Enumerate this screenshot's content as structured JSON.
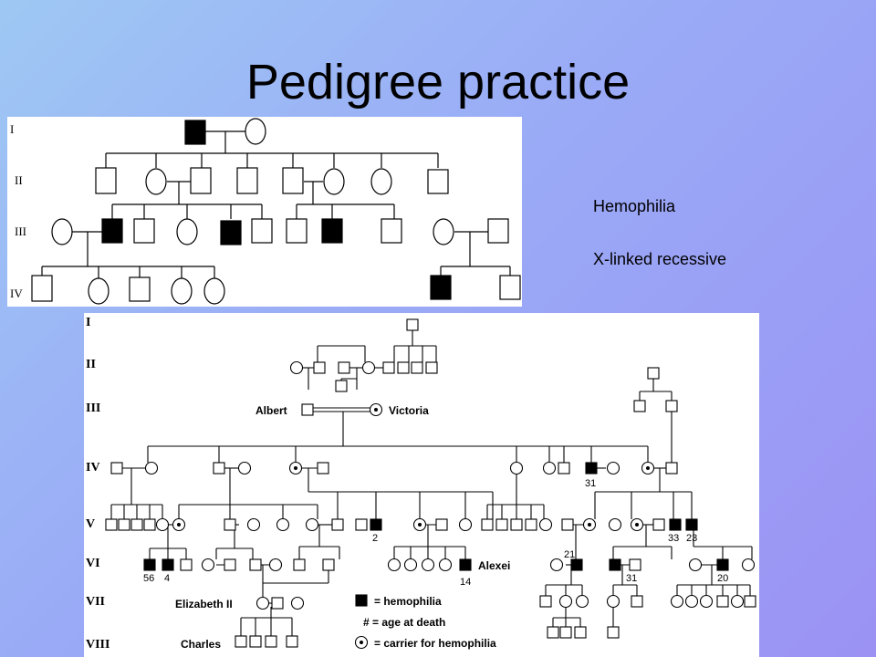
{
  "slide": {
    "title": "Pedigree practice",
    "notes": [
      "Hemophilia",
      "X-linked recessive"
    ]
  },
  "top_pedigree": {
    "generations": [
      "I",
      "II",
      "III",
      "IV"
    ]
  },
  "bottom_pedigree": {
    "generations": [
      "I",
      "II",
      "III",
      "IV",
      "V",
      "VI",
      "VII",
      "VIII"
    ],
    "names": {
      "albert": "Albert",
      "victoria": "Victoria",
      "alexei": "Alexei",
      "elizabeth": "Elizabeth II",
      "charles": "Charles"
    },
    "ages": [
      "31",
      "2",
      "33",
      "23",
      "56",
      "4",
      "14",
      "21",
      "31",
      "20"
    ],
    "legend": [
      {
        "symbol": "filled-square",
        "text": "= hemophilia"
      },
      {
        "symbol": "hash",
        "text": "# = age at death"
      },
      {
        "symbol": "carrier-circle",
        "text": "= carrier for hemophilia"
      }
    ]
  }
}
